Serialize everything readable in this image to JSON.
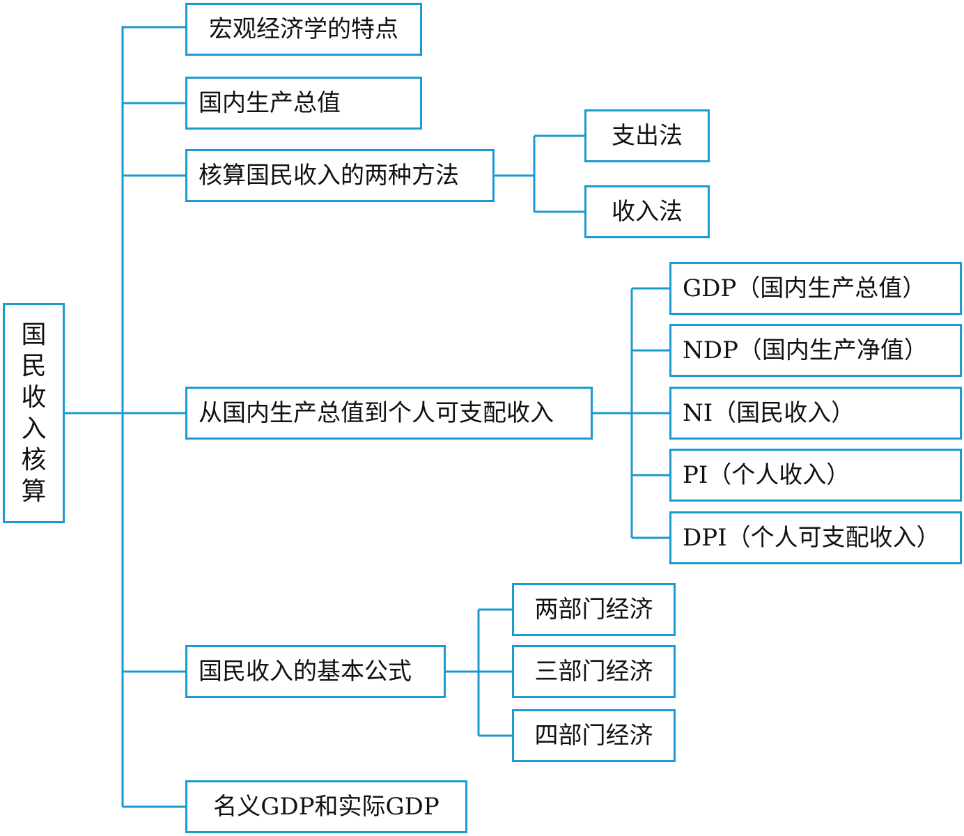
{
  "root": {
    "label": [
      "国",
      "民",
      "收",
      "入",
      "核",
      "算"
    ]
  },
  "branches": {
    "b1": {
      "label": "宏观经济学的特点"
    },
    "b2": {
      "label": "国内生产总值"
    },
    "b3": {
      "label": "核算国民收入的两种方法",
      "children": [
        {
          "label": "支出法"
        },
        {
          "label": "收入法"
        }
      ]
    },
    "b4": {
      "label": "从国内生产总值到个人可支配收入",
      "children": [
        {
          "label": "GDP（国内生产总值）"
        },
        {
          "label": "NDP（国内生产净值）"
        },
        {
          "label": "NI（国民收入）"
        },
        {
          "label": "PI（个人收入）"
        },
        {
          "label": "DPI（个人可支配收入）"
        }
      ]
    },
    "b5": {
      "label": "国民收入的基本公式",
      "children": [
        {
          "label": "两部门经济"
        },
        {
          "label": "三部门经济"
        },
        {
          "label": "四部门经济"
        }
      ]
    },
    "b6": {
      "label": "名义GDP和实际GDP"
    }
  },
  "colors": {
    "border": "#1a9ad0",
    "line": "#1a9ad0",
    "text": "#111111"
  }
}
